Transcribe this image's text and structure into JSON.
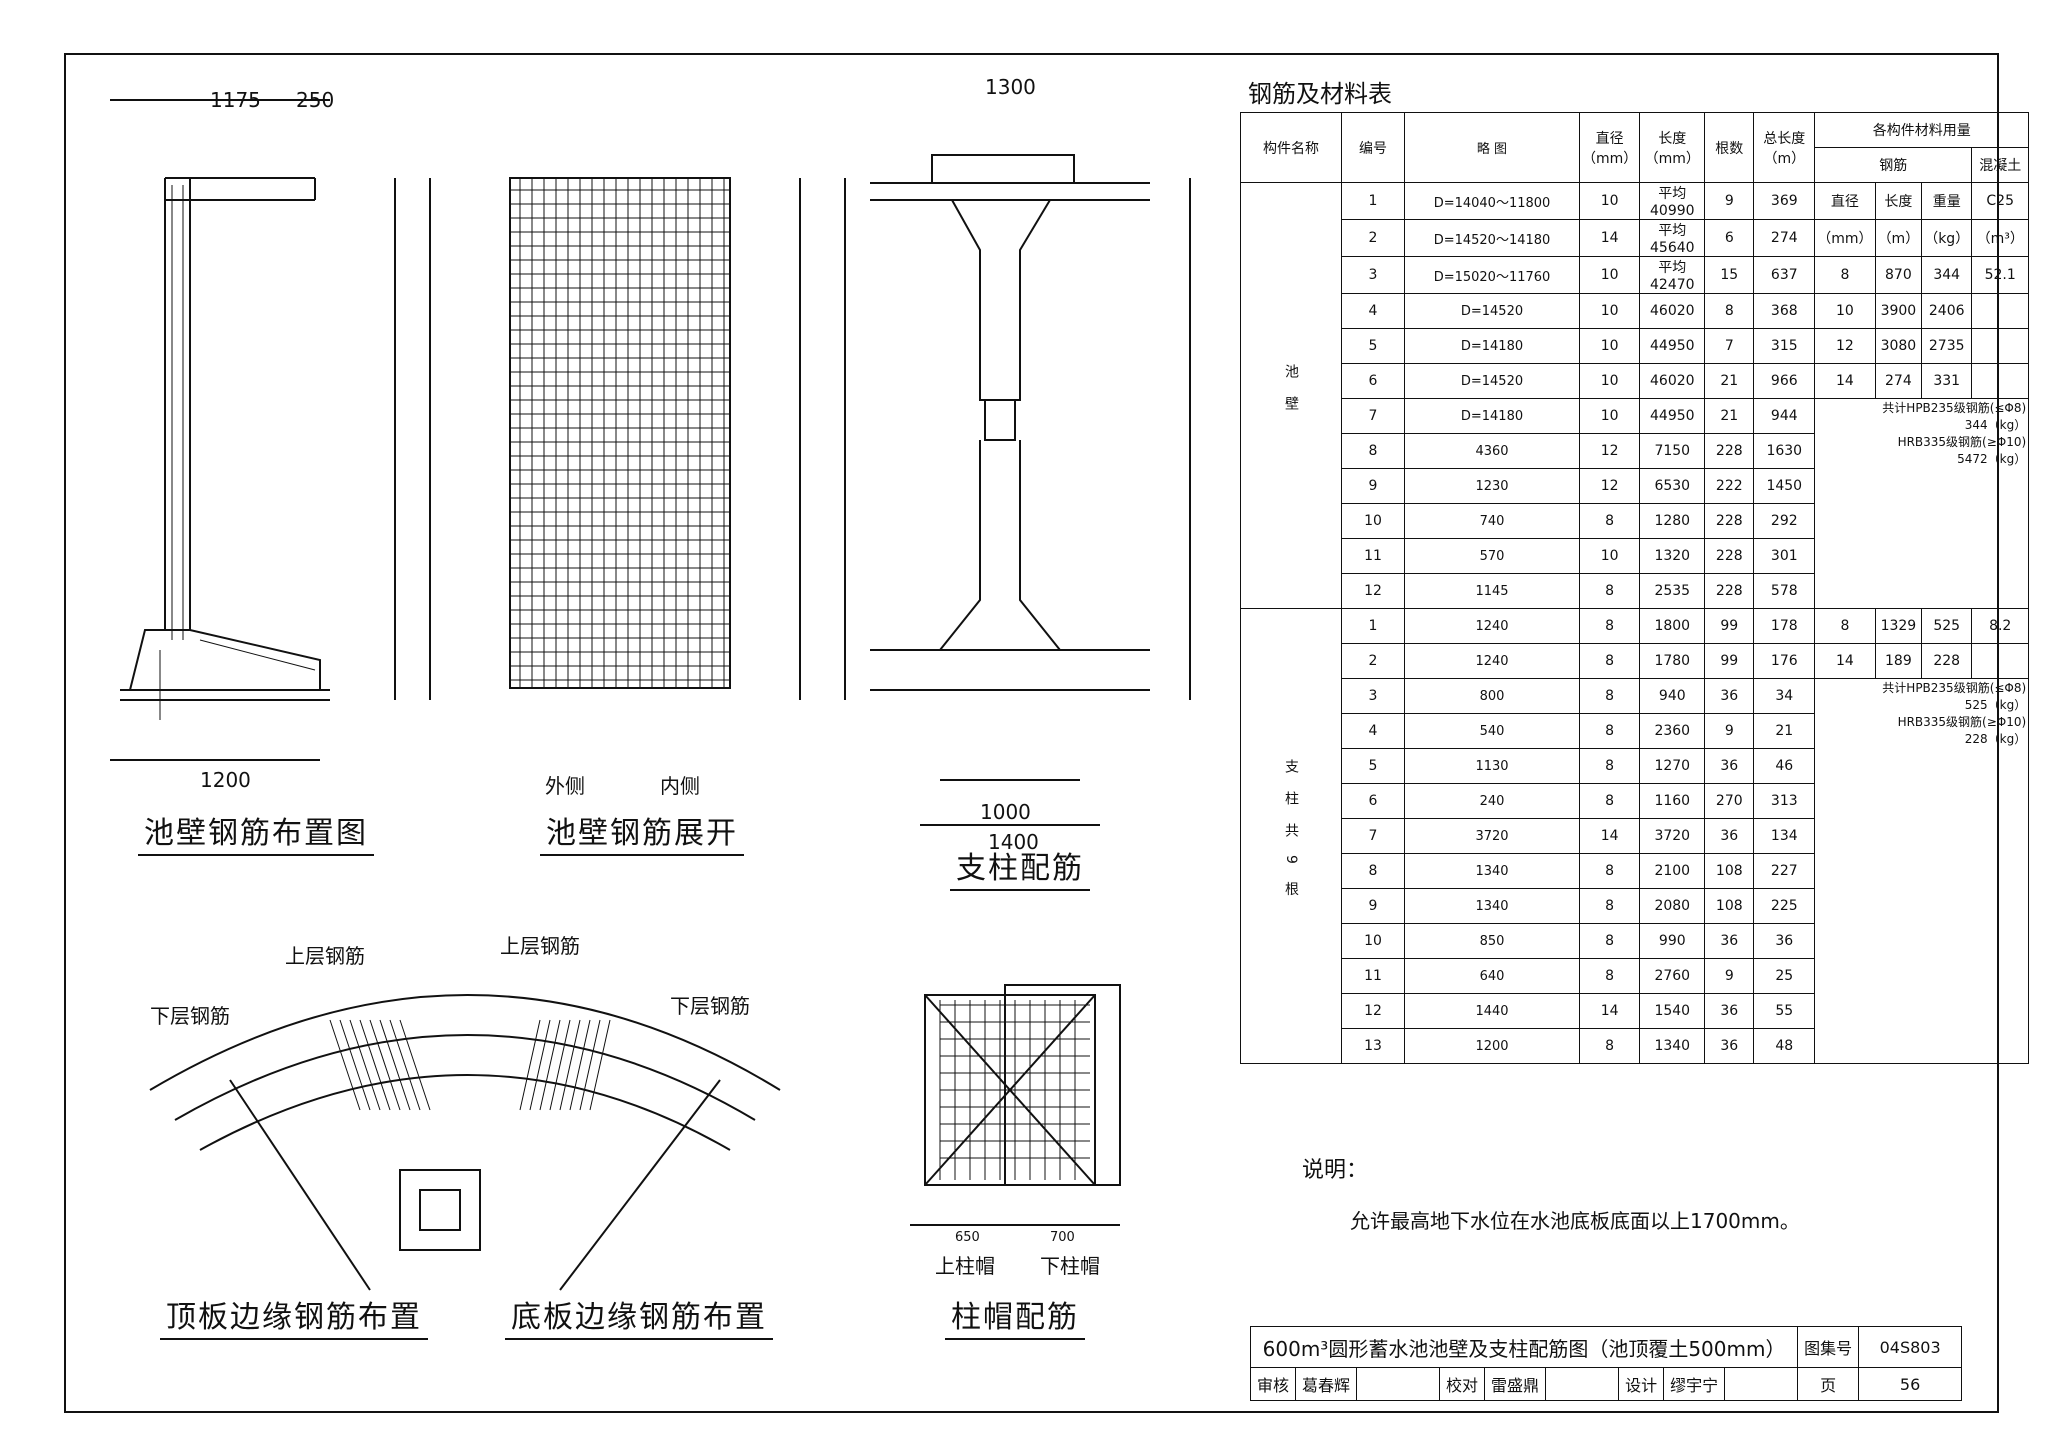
{
  "drawings": {
    "wall_layout": {
      "caption": "池壁钢筋布置图"
    },
    "wall_unfold": {
      "caption": "池壁钢筋展开",
      "outer_label": "外侧",
      "inner_label": "内侧"
    },
    "column": {
      "caption": "支柱配筋"
    },
    "top_slab": {
      "caption": "顶板边缘钢筋布置",
      "upper_label": "上层钢筋",
      "lower_label": "下层钢筋"
    },
    "bottom_slab": {
      "caption": "底板边缘钢筋布置",
      "upper_label": "上层钢筋",
      "lower_label": "下层钢筋"
    },
    "capital": {
      "caption": "柱帽配筋",
      "upper_label": "上柱帽",
      "lower_label": "下柱帽",
      "dim_left": "650",
      "dim_right": "700"
    }
  },
  "table": {
    "title": "钢筋及材料表",
    "headers": {
      "member": "构件名称",
      "no": "编号",
      "sketch": "略 图",
      "dia": "直径（mm）",
      "len": "长度（mm）",
      "count": "根数",
      "total": "总长度（m）",
      "usage": "各构件材料用量",
      "steel": "钢筋",
      "concrete": "混凝土"
    },
    "wall_group": "池壁",
    "column_group": "支柱共9根",
    "wall_rows": [
      {
        "no": "1",
        "sketch": "D=14040～11800",
        "dia": "10",
        "len": "平均40990",
        "count": "9",
        "total": "369"
      },
      {
        "no": "2",
        "sketch": "D=14520～14180",
        "dia": "14",
        "len": "平均45640",
        "count": "6",
        "total": "274"
      },
      {
        "no": "3",
        "sketch": "D=15020～11760",
        "dia": "10",
        "len": "平均42470",
        "count": "15",
        "total": "637"
      },
      {
        "no": "4",
        "sketch": "D=14520",
        "dia": "10",
        "len": "46020",
        "count": "8",
        "total": "368"
      },
      {
        "no": "5",
        "sketch": "D=14180",
        "dia": "10",
        "len": "44950",
        "count": "7",
        "total": "315"
      },
      {
        "no": "6",
        "sketch": "D=14520",
        "dia": "10",
        "len": "46020",
        "count": "21",
        "total": "966"
      },
      {
        "no": "7",
        "sketch": "D=14180",
        "dia": "10",
        "len": "44950",
        "count": "21",
        "total": "944"
      },
      {
        "no": "8",
        "sketch": "4360",
        "dia": "12",
        "len": "7150",
        "count": "228",
        "total": "1630"
      },
      {
        "no": "9",
        "sketch": "1230",
        "dia": "12",
        "len": "6530",
        "count": "222",
        "total": "1450"
      },
      {
        "no": "10",
        "sketch": "740",
        "dia": "8",
        "len": "1280",
        "count": "228",
        "total": "292"
      },
      {
        "no": "11",
        "sketch": "570",
        "dia": "10",
        "len": "1320",
        "count": "228",
        "total": "301"
      },
      {
        "no": "12",
        "sketch": "1145",
        "dia": "8",
        "len": "2535",
        "count": "228",
        "total": "578"
      }
    ],
    "wall_usage": {
      "head": [
        "直径",
        "长度",
        "重量",
        "C25"
      ],
      "units": [
        "（mm）",
        "（m）",
        "（kg）",
        "（m³）"
      ],
      "rows": [
        [
          "8",
          "870",
          "344",
          "52.1"
        ],
        [
          "10",
          "3900",
          "2406",
          ""
        ],
        [
          "12",
          "3080",
          "2735",
          ""
        ],
        [
          "14",
          "274",
          "331",
          ""
        ]
      ],
      "summary1": "共计HPB235级钢筋(≤Φ8)",
      "summary1_val": "344（kg）",
      "summary2": "HRB335级钢筋(≥Φ10)",
      "summary2_val": "5472（kg）"
    },
    "column_rows": [
      {
        "no": "1",
        "sketch": "1240",
        "dia": "8",
        "len": "1800",
        "count": "99",
        "total": "178"
      },
      {
        "no": "2",
        "sketch": "1240",
        "dia": "8",
        "len": "1780",
        "count": "99",
        "total": "176"
      },
      {
        "no": "3",
        "sketch": "800",
        "dia": "8",
        "len": "940",
        "count": "36",
        "total": "34"
      },
      {
        "no": "4",
        "sketch": "540",
        "dia": "8",
        "len": "2360",
        "count": "9",
        "total": "21"
      },
      {
        "no": "5",
        "sketch": "1130",
        "dia": "8",
        "len": "1270",
        "count": "36",
        "total": "46"
      },
      {
        "no": "6",
        "sketch": "240",
        "dia": "8",
        "len": "1160",
        "count": "270",
        "total": "313"
      },
      {
        "no": "7",
        "sketch": "3720",
        "dia": "14",
        "len": "3720",
        "count": "36",
        "total": "134"
      },
      {
        "no": "8",
        "sketch": "1340",
        "dia": "8",
        "len": "2100",
        "count": "108",
        "total": "227"
      },
      {
        "no": "9",
        "sketch": "1340",
        "dia": "8",
        "len": "2080",
        "count": "108",
        "total": "225"
      },
      {
        "no": "10",
        "sketch": "850",
        "dia": "8",
        "len": "990",
        "count": "36",
        "total": "36"
      },
      {
        "no": "11",
        "sketch": "640",
        "dia": "8",
        "len": "2760",
        "count": "9",
        "total": "25"
      },
      {
        "no": "12",
        "sketch": "1440",
        "dia": "14",
        "len": "1540",
        "count": "36",
        "total": "55"
      },
      {
        "no": "13",
        "sketch": "1200",
        "dia": "8",
        "len": "1340",
        "count": "36",
        "total": "48"
      }
    ],
    "column_usage": {
      "rows": [
        [
          "8",
          "1329",
          "525",
          "8.2"
        ],
        [
          "14",
          "189",
          "228",
          ""
        ]
      ],
      "summary1": "共计HPB235级钢筋(≤Φ8)",
      "summary1_val": "525（kg）",
      "summary2": "HRB335级钢筋(≥Φ10)",
      "summary2_val": "228（kg）"
    }
  },
  "notes": {
    "heading": "说明：",
    "line1": "允许最高地下水位在水池底板底面以上1700mm。"
  },
  "title_block": {
    "title": "600m³圆形蓄水池池壁及支柱配筋图（池顶覆土500mm）",
    "atlas_label": "图集号",
    "atlas_no": "04S803",
    "review_label": "审核",
    "reviewer": "葛春辉",
    "check_label": "校对",
    "checker": "雷盛鼎",
    "design_label": "设计",
    "designer": "缪宇宁",
    "page_label": "页",
    "page_no": "56"
  }
}
